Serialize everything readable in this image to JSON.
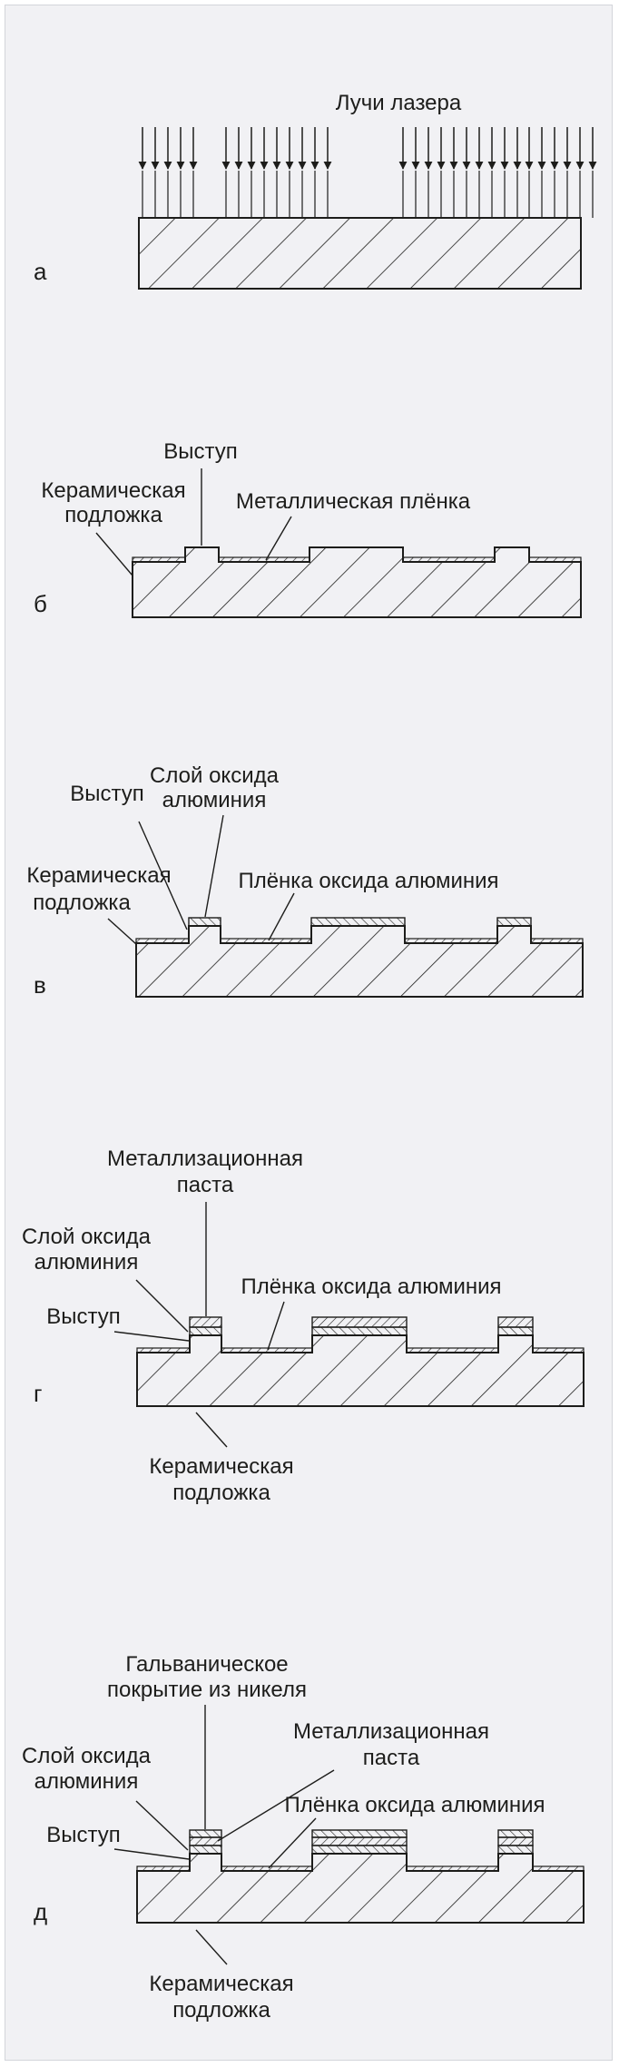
{
  "panels": {
    "a": {
      "tag": "а",
      "laser_label": "Лучи лазера"
    },
    "b": {
      "tag": "б",
      "protrusion": "Выступ",
      "substrate_l1": "Керамическая",
      "substrate_l2": "подложка",
      "metal_film": "Металлическая плёнка"
    },
    "c": {
      "tag": "в",
      "protrusion": "Выступ",
      "oxide_layer_l1": "Слой оксида",
      "oxide_layer_l2": "алюминия",
      "substrate_l1": "Керамическая",
      "substrate_l2": "подложка",
      "oxide_film": "Плёнка оксида алюминия"
    },
    "d": {
      "tag": "г",
      "paste_l1": "Металлизационная",
      "paste_l2": "паста",
      "oxide_layer_l1": "Слой оксида",
      "oxide_layer_l2": "алюминия",
      "oxide_film": "Плёнка оксида алюминия",
      "protrusion": "Выступ",
      "substrate_l1": "Керамическая",
      "substrate_l2": "подложка"
    },
    "e": {
      "tag": "д",
      "nickel_l1": "Гальваническое",
      "nickel_l2": "покрытие из никеля",
      "paste_l1": "Металлизационная",
      "paste_l2": "паста",
      "oxide_layer_l1": "Слой оксида",
      "oxide_layer_l2": "алюминия",
      "oxide_film": "Плёнка оксида алюминия",
      "protrusion": "Выступ",
      "substrate_l1": "Керамическая",
      "substrate_l2": "подложка"
    }
  }
}
